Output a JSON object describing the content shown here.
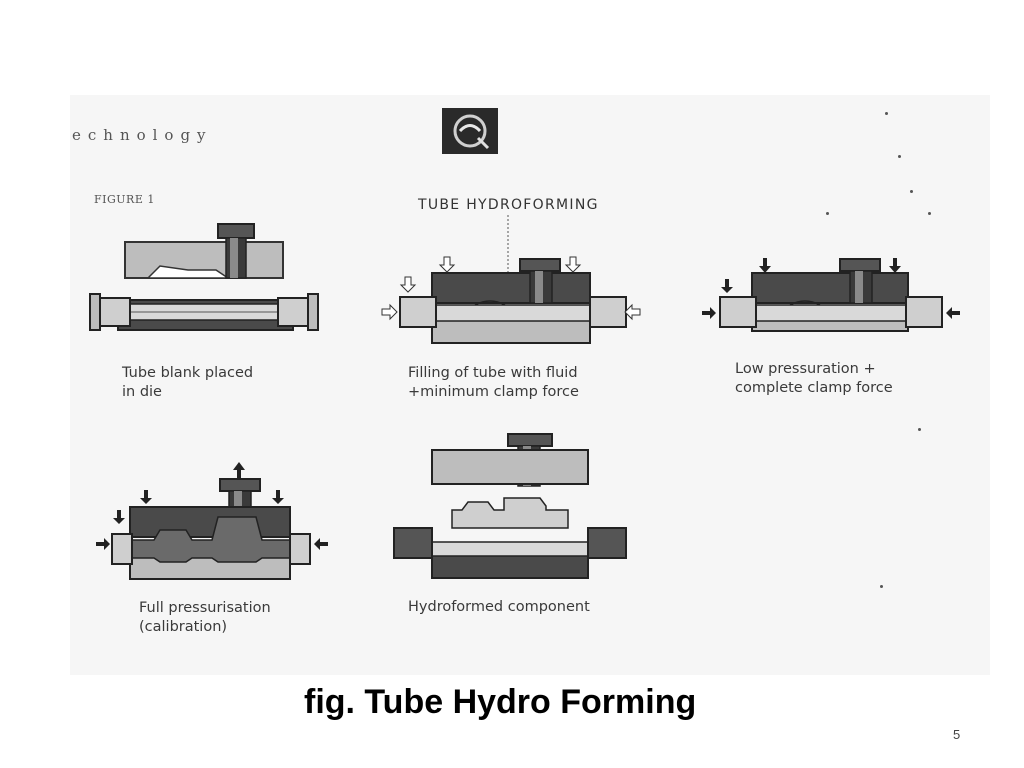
{
  "slide": {
    "title": "fig. Tube Hydro Forming",
    "page_number": "5"
  },
  "scan": {
    "header_word": "echnology",
    "figure_label": "FIGURE 1",
    "diagram_title": "TUBE HYDROFORMING",
    "stages": [
      {
        "id": "blank",
        "caption_lines": [
          "Tube blank placed",
          "in die"
        ]
      },
      {
        "id": "fill",
        "caption_lines": [
          "Filling of tube with fluid",
          "+minimum clamp force"
        ]
      },
      {
        "id": "lowpress",
        "caption_lines": [
          "Low pressuration +",
          "complete clamp force"
        ]
      },
      {
        "id": "fullpress",
        "caption_lines": [
          "Full pressurisation",
          "(calibration)"
        ]
      },
      {
        "id": "formed",
        "caption_lines": [
          "Hydroformed component"
        ]
      }
    ]
  },
  "colors": {
    "die_dark": "#4a4a4a",
    "die_light": "#bdbdbd",
    "tube": "#d9d9d9",
    "plunger": "#2e2e2e"
  }
}
